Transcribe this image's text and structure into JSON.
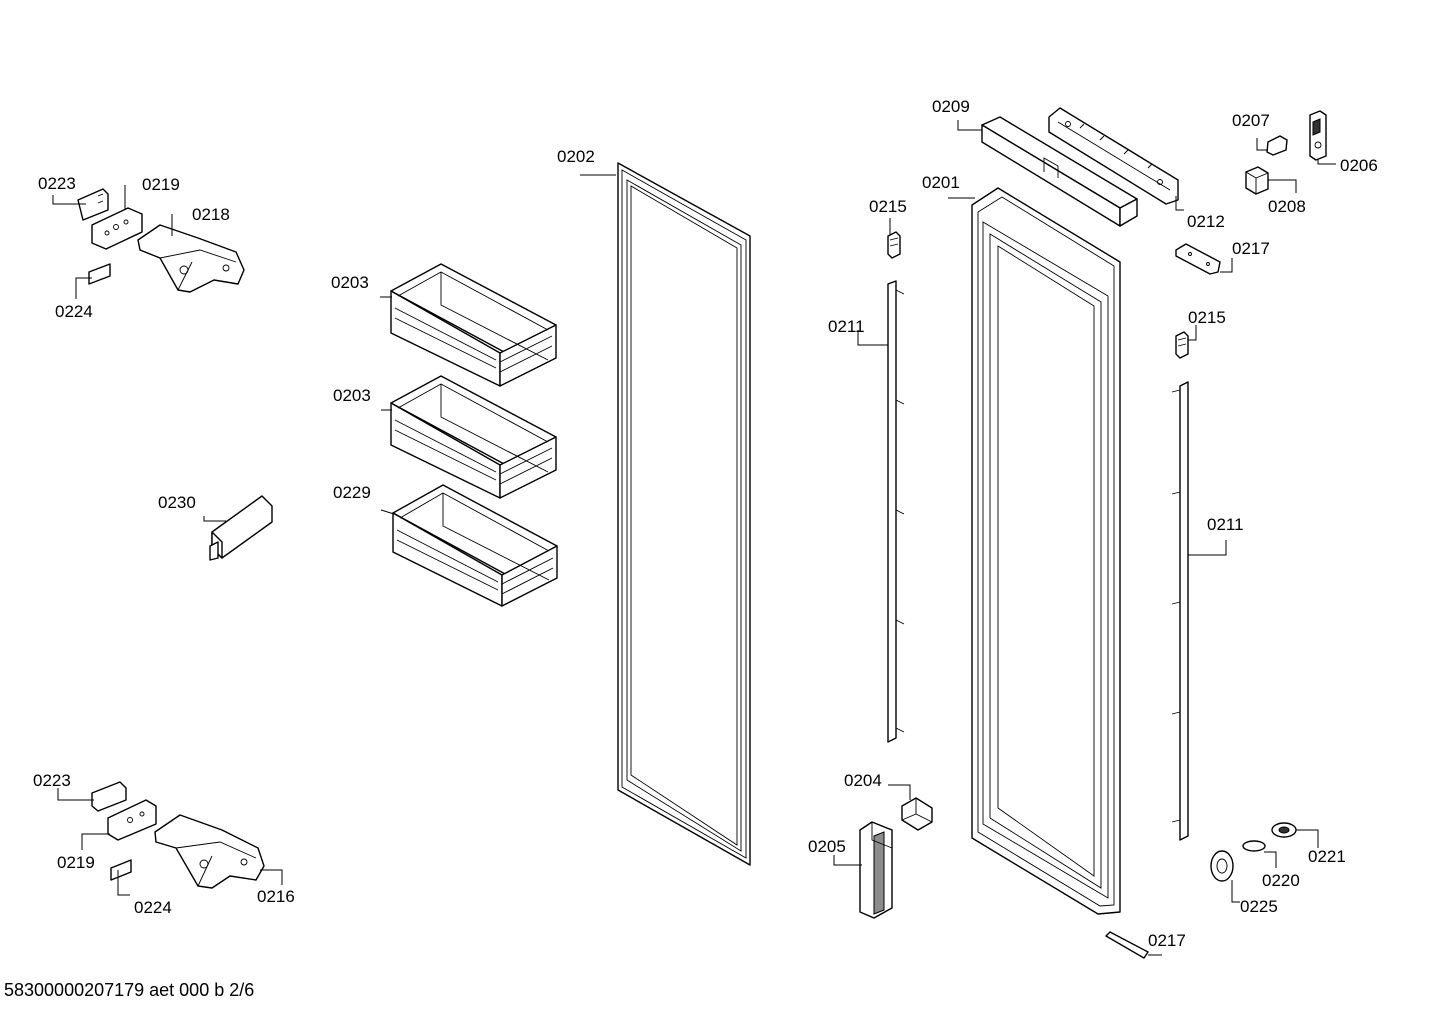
{
  "diagram": {
    "document_id": "58300000207179 aet 000 b 2/6",
    "labels": {
      "l0223a": "0223",
      "l0219a": "0219",
      "l0218": "0218",
      "l0224a": "0224",
      "l0203a": "0203",
      "l0203b": "0203",
      "l0229": "0229",
      "l0230": "0230",
      "l0202": "0202",
      "l0223b": "0223",
      "l0219b": "0219",
      "l0224b": "0224",
      "l0216": "0216",
      "l0209": "0209",
      "l0201": "0201",
      "l0215a": "0215",
      "l0211a": "0211",
      "l0212": "0212",
      "l0207": "0207",
      "l0206": "0206",
      "l0208": "0208",
      "l0217a": "0217",
      "l0215b": "0215",
      "l0211b": "0211",
      "l0204": "0204",
      "l0205": "0205",
      "l0221": "0221",
      "l0220": "0220",
      "l0225": "0225",
      "l0217b": "0217"
    }
  }
}
